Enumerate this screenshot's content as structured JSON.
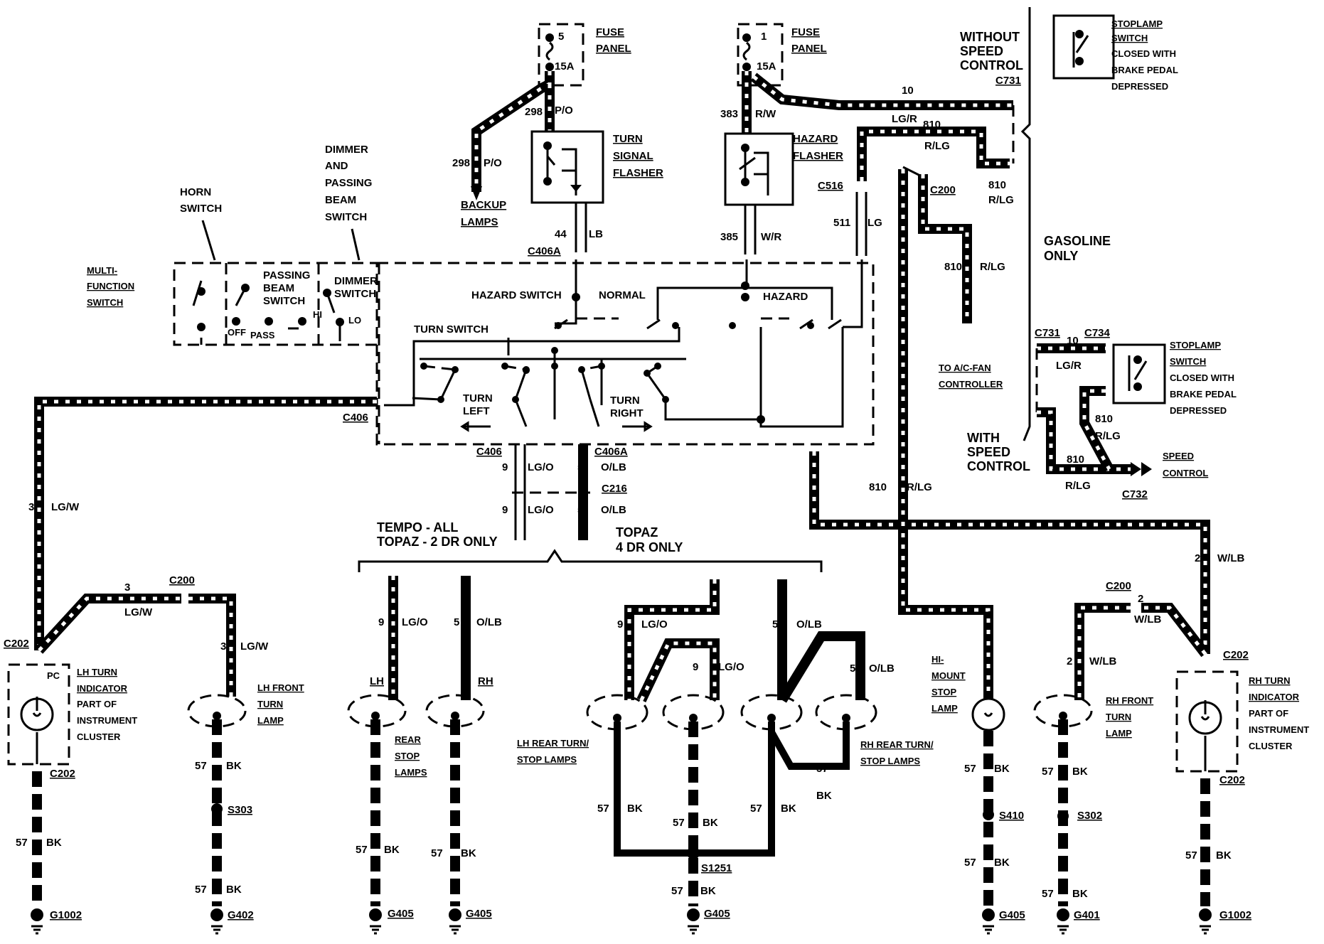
{
  "fuse_left": {
    "number": "5",
    "amp": "15A",
    "label": [
      "FUSE",
      "PANEL"
    ]
  },
  "fuse_right": {
    "number": "1",
    "amp": "15A",
    "label": [
      "FUSE",
      "PANEL"
    ]
  },
  "turn_signal_flasher": [
    "TURN",
    "SIGNAL",
    "FLASHER"
  ],
  "hazard_flasher": [
    "HAZARD",
    "FLASHER"
  ],
  "backup_lamps": [
    "BACKUP",
    "LAMPS"
  ],
  "wires": {
    "w298a": "298",
    "w298a_color": "P/O",
    "w298b": "298",
    "w298b_color": "P/O",
    "w383": "383",
    "w383_color": "R/W",
    "w44": "44",
    "w44_color": "LB",
    "w385": "385",
    "w385_color": "W/R",
    "w511": "511",
    "w511_color": "LG",
    "w10": "10",
    "w10_color": "LG/R",
    "w810a": "810",
    "w810a_color": "R/LG",
    "w810b": "810",
    "w810b_color": "R/LG",
    "w810c": "810",
    "w810c_color": "R/LG",
    "w810d": "810",
    "w810d_color": "R/LG",
    "w3a": "3",
    "w3a_color": "LG/W",
    "w3b": "3",
    "w3b_color": "LG/W",
    "w3c": "3",
    "w3c_color": "LG/W",
    "w9a": "9",
    "w9a_color": "LG/O",
    "w9b": "9",
    "w9b_color": "LG/O",
    "w5a": "5",
    "w5a_color": "O/LB",
    "w5b": "5",
    "w5b_color": "O/LB",
    "w9c": "9",
    "w9c_color": "LG/O",
    "w5c": "5",
    "w5c_color": "O/LB",
    "w9d": "9",
    "w9d_color": "LG/O",
    "w9e": "9",
    "w9e_color": "LG/O",
    "w5d": "5",
    "w5d_color": "O/LB",
    "w5e": "5",
    "w5e_color": "O/LB",
    "w2a": "2",
    "w2a_color": "W/LB",
    "w2b": "2",
    "w2b_color": "W/LB",
    "w2c": "2",
    "w2c_color": "W/LB",
    "w10b": "10",
    "w10b_color": "LG/R",
    "w810e": "810",
    "w810e_color": "R/LG",
    "w810f": "810",
    "w810f_color": "R/LG",
    "ground": "57",
    "ground_color": "BK"
  },
  "connectors": {
    "c731": "C731",
    "c516": "C516",
    "c200a": "C200",
    "c406a_top": "C406A",
    "c406": "C406",
    "c406b": "C406",
    "c406a_bot": "C406A",
    "c216": "C216",
    "c200b": "C200",
    "c202a": "C202",
    "c202b": "C202",
    "c200c": "C200",
    "c202c": "C202",
    "c202d": "C202",
    "c731b": "C731",
    "c734": "C734",
    "c732": "C732"
  },
  "splices": {
    "s303": "S303",
    "s1251": "S1251",
    "s410": "S410",
    "s302": "S302"
  },
  "grounds": {
    "g1002a": "G1002",
    "g402": "G402",
    "g405a": "G405",
    "g405b": "G405",
    "g405c": "G405",
    "g405d": "G405",
    "g401": "G401",
    "g1002b": "G1002"
  },
  "labels": {
    "without_speed_control": [
      "WITHOUT",
      "SPEED",
      "CONTROL"
    ],
    "stoplamp_switch_top": [
      "STOPLAMP",
      "SWITCH",
      "CLOSED WITH",
      "BRAKE PEDAL",
      "DEPRESSED"
    ],
    "gasoline_only": [
      "GASOLINE",
      "ONLY"
    ],
    "to_ac_fan": [
      "TO A/C-FAN",
      "CONTROLLER"
    ],
    "stoplamp_switch_bottom": [
      "STOPLAMP",
      "SWITCH",
      "CLOSED WITH",
      "BRAKE PEDAL",
      "DEPRESSED"
    ],
    "with_speed_control": [
      "WITH",
      "SPEED",
      "CONTROL"
    ],
    "speed_control": [
      "SPEED",
      "CONTROL"
    ],
    "horn_switch": [
      "HORN",
      "SWITCH"
    ],
    "dimmer_passing": [
      "DIMMER",
      "AND",
      "PASSING",
      "BEAM",
      "SWITCH"
    ],
    "multi_function": [
      "MULTI-",
      "FUNCTION",
      "SWITCH"
    ],
    "passing_beam": [
      "PASSING",
      "BEAM",
      "SWITCH"
    ],
    "dimmer_switch": [
      "DIMMER",
      "SWITCH"
    ],
    "off": "OFF",
    "pass": "PASS",
    "hi": "HI",
    "lo": "LO",
    "hazard_switch": "HAZARD SWITCH",
    "normal": "NORMAL",
    "hazard": "HAZARD",
    "turn_switch": "TURN SWITCH",
    "turn_left": [
      "TURN",
      "LEFT"
    ],
    "turn_right": [
      "TURN",
      "RIGHT"
    ],
    "tempo": [
      "TEMPO - ALL",
      "TOPAZ - 2 DR ONLY"
    ],
    "topaz4": [
      "TOPAZ",
      "4 DR ONLY"
    ],
    "lh_turn_indicator": [
      "LH TURN",
      "INDICATOR",
      "PART OF",
      "INSTRUMENT",
      "CLUSTER"
    ],
    "pc": "PC",
    "lh_front": [
      "LH FRONT",
      "TURN",
      "LAMP"
    ],
    "lh": "LH",
    "rh": "RH",
    "rear_stop": [
      "REAR",
      "STOP",
      "LAMPS"
    ],
    "lh_rear_turn": [
      "LH REAR TURN/",
      "STOP LAMPS"
    ],
    "rh_rear_turn": [
      "RH REAR TURN/",
      "STOP LAMPS"
    ],
    "hi_mount": [
      "HI-",
      "MOUNT",
      "STOP",
      "LAMP"
    ],
    "rh_front": [
      "RH FRONT",
      "TURN",
      "LAMP"
    ],
    "rh_turn_indicator": [
      "RH TURN",
      "INDICATOR",
      "PART OF",
      "INSTRUMENT",
      "CLUSTER"
    ]
  }
}
